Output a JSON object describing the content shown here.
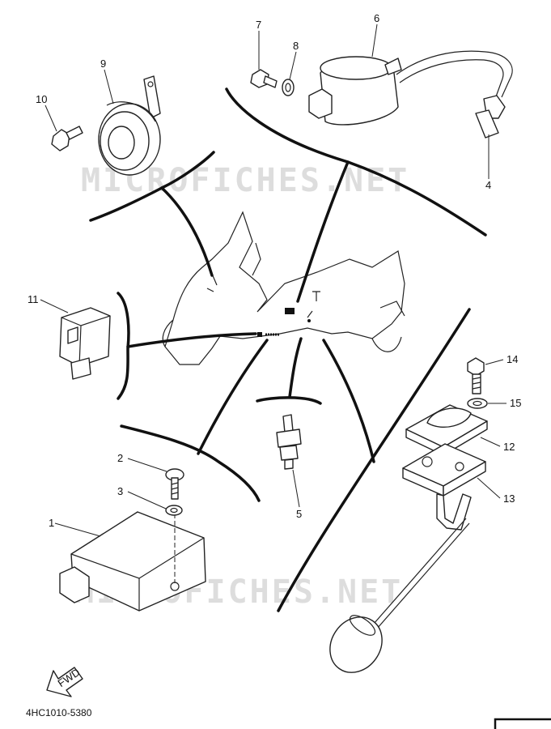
{
  "diagram": {
    "watermark_top": "MICROFICHES.NET",
    "watermark_bottom": "MICROFICHES.NET",
    "figure_code": "4HC1010-5380",
    "fwd_label": "FWD",
    "callouts": [
      "1",
      "2",
      "3",
      "4",
      "5",
      "6",
      "7",
      "8",
      "9",
      "10",
      "11",
      "12",
      "13",
      "14",
      "15"
    ]
  }
}
